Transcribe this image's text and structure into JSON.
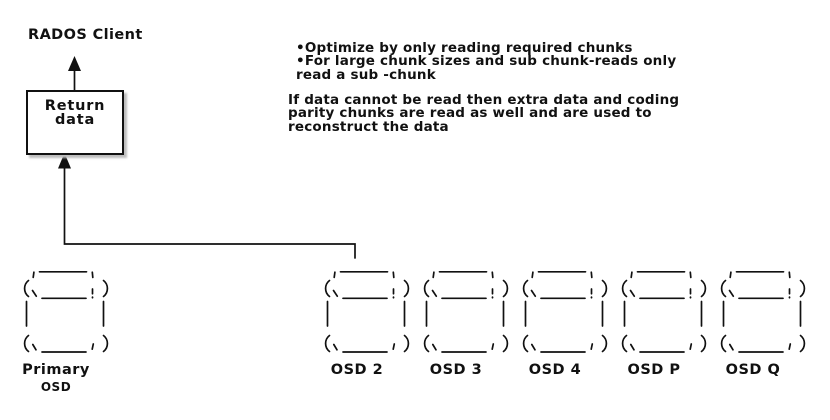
{
  "client": {
    "label": "RADOS Client"
  },
  "return_box": {
    "line1": "Return",
    "line2": "data"
  },
  "notes": {
    "bullets_text": "•Optimize by only reading required chunks\n•For large chunk sizes and sub chunk-reads only\nread a sub -chunk",
    "paragraph": "If data cannot be read then extra data and coding\nparity chunks are read as well and are used to\nreconstruct the data"
  },
  "osds": [
    {
      "label": "Primary",
      "sublabel": "OSD"
    },
    {
      "label": "OSD 2"
    },
    {
      "label": "OSD 3"
    },
    {
      "label": "OSD 4"
    },
    {
      "label": "OSD P"
    },
    {
      "label": "OSD Q"
    }
  ],
  "colors": {
    "ink": "#111111",
    "background": "#ffffff",
    "shadow": "#bdbdbd"
  }
}
